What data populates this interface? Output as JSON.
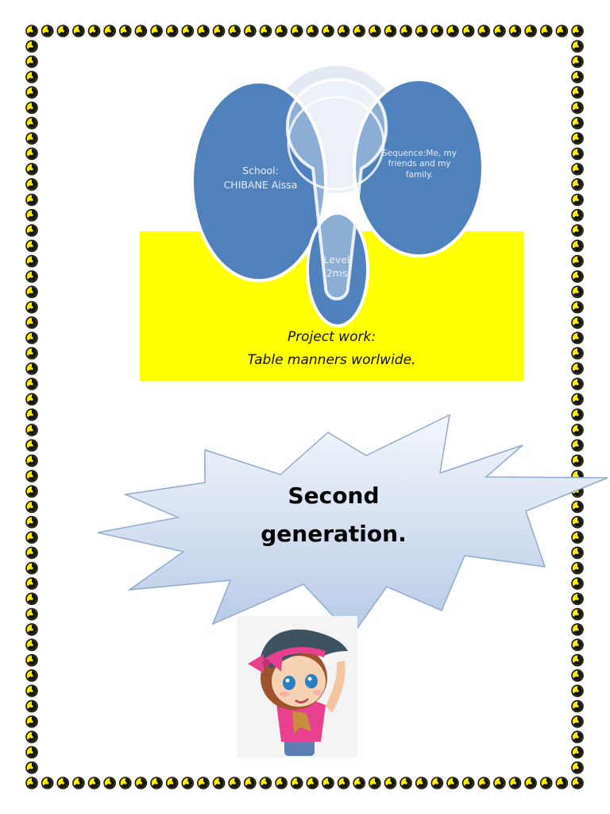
{
  "diagram": {
    "school": {
      "heading": "School:",
      "name": "CHIBANE Aissa"
    },
    "sequence": {
      "text": "Sequence:Me, my friends and my family."
    },
    "level": {
      "heading": "Level:",
      "value": "2ms."
    }
  },
  "project": {
    "title": "Project work:",
    "subtitle": "Table manners worlwide."
  },
  "callout": {
    "line1": "Second",
    "line2": "generation."
  },
  "illustration": {
    "subject": "cartoon-girl-with-cap"
  },
  "colors": {
    "border_badge_fill": "#ffee00",
    "border_badge_dark": "#111111",
    "panel_yellow": "#ffff00",
    "oval_blue": "#4f81bd",
    "oval_light_blue": "#95b3d7",
    "burst_fill_top": "#f4f7fc",
    "burst_fill_bottom": "#b6c9e6"
  }
}
